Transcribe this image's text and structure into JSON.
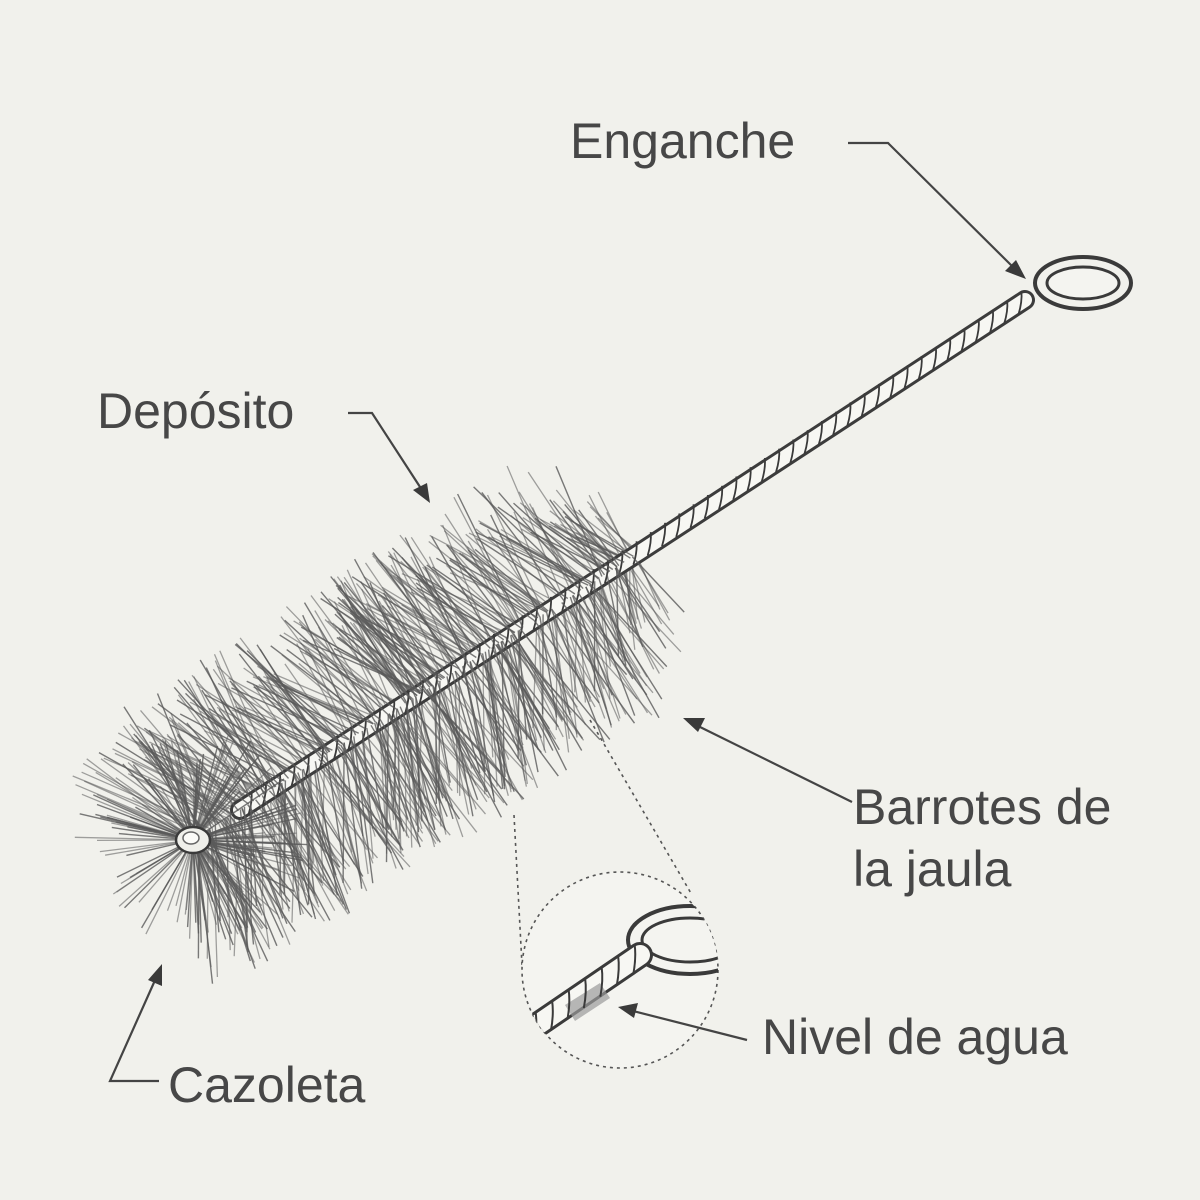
{
  "labels": {
    "enganche": "Enganche",
    "deposito": "Depósito",
    "barrotes": "Barrotes de la jaula",
    "nivel": "Nivel de agua",
    "cazoleta": "Cazoleta"
  },
  "colors": {
    "background": "#f1f1ec",
    "ink": "#474747",
    "bristle": "#5a5a5a"
  }
}
